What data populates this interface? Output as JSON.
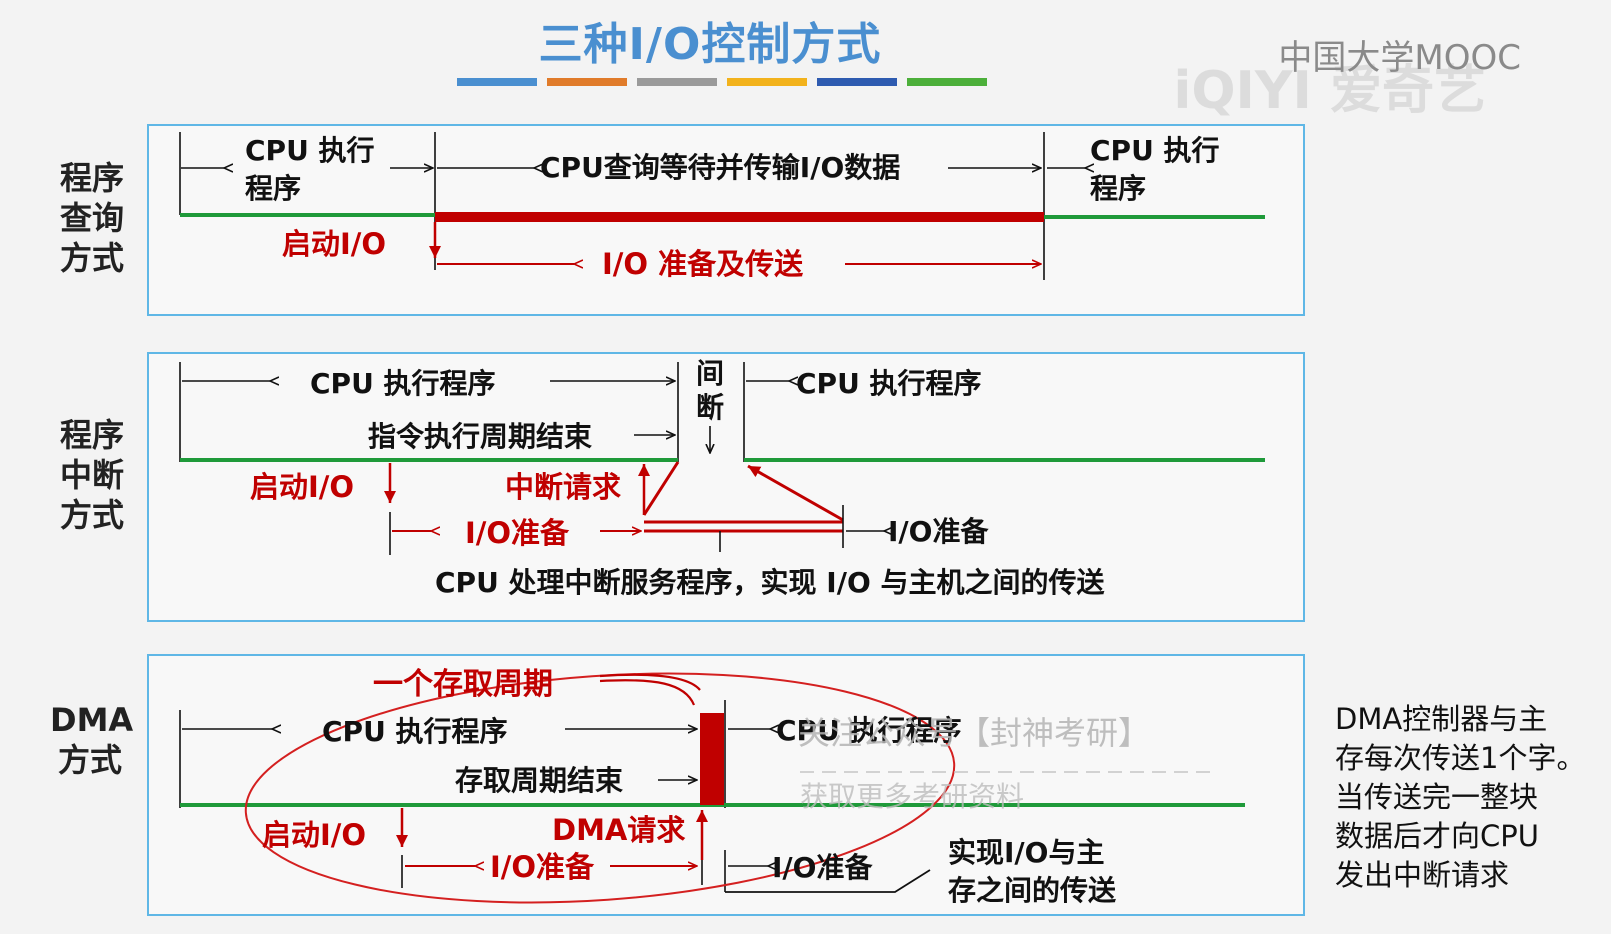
{
  "title": "三种I/O控制方式",
  "title_bar_colors": [
    "#4a8fd0",
    "#e07b2a",
    "#9a9a9a",
    "#f2b21c",
    "#2e5bb0",
    "#4caf3a"
  ],
  "colors": {
    "cpu_line": "#1f9a3a",
    "io_red": "#c00000",
    "text": "#222222",
    "panel_border": "#5fb7e6"
  },
  "watermarks": {
    "mooc": "中国大学MOOC",
    "iqiyi": "iQIYI 爱奇艺"
  },
  "rows": [
    {
      "label": "程序查询方式"
    },
    {
      "label": "程序中断方式"
    },
    {
      "label": "DMA方式"
    }
  ],
  "polling": {
    "cpu_exec_1": "CPU 执行程序",
    "wait_transfer": "CPU查询等待并传输I/O数据",
    "cpu_exec_2": "CPU 执行程序",
    "start_io": "启动I/O",
    "io_prepare_transfer": "I/O 准备及传送"
  },
  "interrupt": {
    "cpu_exec_1": "CPU  执行程序",
    "interrupt_label": "间断",
    "cpu_exec_2": "CPU  执行程序",
    "instr_cycle_end": "指令执行周期结束",
    "start_io": "启动I/O",
    "interrupt_request": "中断请求",
    "io_prepare": "I/O准备",
    "io_prepare_2": "I/O准备",
    "service": "CPU 处理中断服务程序，实现 I/O 与主机之间的传送"
  },
  "dma": {
    "access_cycle": "一个存取周期",
    "cpu_exec_1": "CPU  执行程序",
    "cpu_exec_2": "CPU  执行程序",
    "access_cycle_end": "存取周期结束",
    "start_io": "启动I/O",
    "dma_request": "DMA请求",
    "io_prepare": "I/O准备",
    "io_prepare_2": "I/O准备",
    "transfer": "实现I/O与主存之间的传送",
    "watermark_1": "关注公众号【封神考研】",
    "watermark_2": "获取更多考研资料"
  },
  "side_note": "DMA控制器与主\n存每次传送1个字。\n当传送完一整块\n数据后才向CPU\n发出中断请求"
}
